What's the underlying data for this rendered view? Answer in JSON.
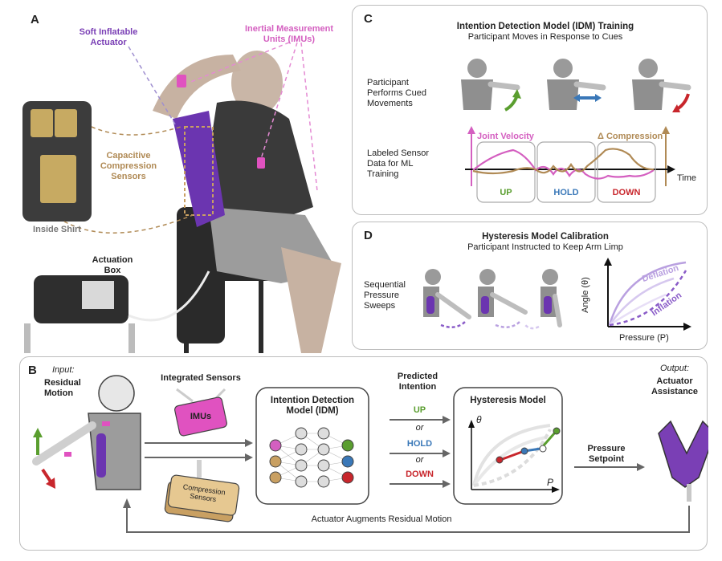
{
  "panel_a": {
    "label": "A",
    "soft_actuator": [
      "Soft Inflatable",
      "Actuator"
    ],
    "imus": [
      "Inertial Measurement",
      "Units (IMUs)"
    ],
    "capacitive": [
      "Capacitive",
      "Compression",
      "Sensors"
    ],
    "inside_shirt": "Inside Shirt",
    "actuation_box": [
      "Actuation",
      "Box"
    ]
  },
  "panel_c": {
    "label": "C",
    "title": "Intention Detection Model (IDM) Training",
    "subtitle": "Participant Moves in Response to Cues",
    "cued": [
      "Participant",
      "Performs Cued",
      "Movements"
    ],
    "labeled": [
      "Labeled Sensor",
      "Data for ML",
      "Training"
    ],
    "joint_velocity": "Joint Velocity",
    "compression": "Δ Compression",
    "time": "Time",
    "segments": [
      "UP",
      "HOLD",
      "DOWN"
    ]
  },
  "panel_d": {
    "label": "D",
    "title": "Hysteresis Model Calibration",
    "subtitle": "Participant Instructed to Keep Arm Limp",
    "sweeps": [
      "Sequential",
      "Pressure",
      "Sweeps"
    ],
    "deflation": "Deflation",
    "inflation": "Inflation",
    "x_axis": "Pressure (P)",
    "y_axis": "Angle (θ)"
  },
  "panel_b": {
    "label": "B",
    "input": "Input:",
    "residual_motion": [
      "Residual",
      "Motion"
    ],
    "integrated_sensors": "Integrated Sensors",
    "imus_box": "IMUs",
    "compression_sensors": [
      "Compression",
      "Sensors"
    ],
    "idm_title": [
      "Intention Detection",
      "Model (IDM)"
    ],
    "predicted": [
      "Predicted",
      "Intention"
    ],
    "up": "UP",
    "or1": "or",
    "hold": "HOLD",
    "or2": "or",
    "down": "DOWN",
    "hysteresis_title": "Hysteresis Model",
    "theta": "θ",
    "p": "P",
    "pressure_setpoint": [
      "Pressure",
      "Setpoint"
    ],
    "output": "Output:",
    "actuator_assistance": [
      "Actuator",
      "Assistance"
    ],
    "feedback": "Actuator Augments Residual Motion"
  },
  "colors": {
    "up": "#5a9e2f",
    "hold": "#3a78b8",
    "down": "#c8262c",
    "purple": "#7a3fb5",
    "tan": "#b08a55",
    "pink": "#d45fc0"
  }
}
